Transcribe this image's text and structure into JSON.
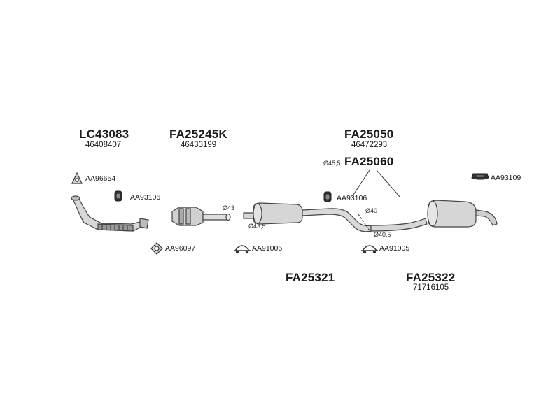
{
  "parts": {
    "lc43083": {
      "code": "LC43083",
      "number": "46408407"
    },
    "fa25245k": {
      "code": "FA25245K",
      "number": "46433199"
    },
    "fa25050": {
      "code": "FA25050",
      "number": "46472293"
    },
    "fa25060": {
      "code": "FA25060"
    },
    "fa25321": {
      "code": "FA25321"
    },
    "fa25322": {
      "code": "FA25322",
      "number": "71716105"
    }
  },
  "accessories": {
    "aa96654": "AA96654",
    "aa93106_a": "AA93106",
    "aa96097": "AA96097",
    "aa91006": "AA91006",
    "aa93106_b": "AA93106",
    "aa91005": "AA91005",
    "aa93109": "AA93109"
  },
  "diameters": {
    "d43": "Ø43",
    "d43_5": "Ø43,5",
    "d45_5": "Ø45,5",
    "d40": "Ø40",
    "d40_5": "Ø40,5"
  }
}
